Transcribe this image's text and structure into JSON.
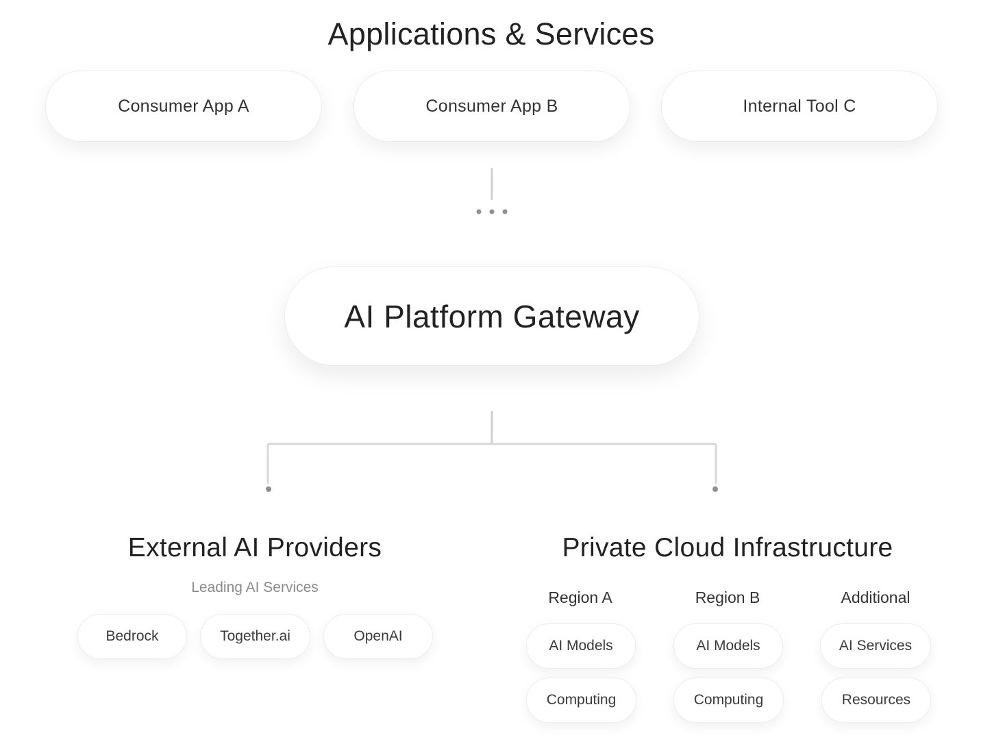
{
  "colors": {
    "connector": "#d0d0d0",
    "dot": "#909090",
    "subtitle": "#8a8a8a"
  },
  "top": {
    "title": "Applications & Services",
    "apps": [
      {
        "label": "Consumer App A"
      },
      {
        "label": "Consumer App B"
      },
      {
        "label": "Internal Tool C"
      }
    ]
  },
  "gateway": {
    "label": "AI Platform Gateway"
  },
  "external": {
    "title": "External AI Providers",
    "subtitle": "Leading AI Services",
    "providers": [
      {
        "label": "Bedrock"
      },
      {
        "label": "Together.ai"
      },
      {
        "label": "OpenAI"
      }
    ]
  },
  "private": {
    "title": "Private Cloud Infrastructure",
    "regions": [
      {
        "label": "Region A",
        "items": [
          "AI Models",
          "Computing"
        ]
      },
      {
        "label": "Region B",
        "items": [
          "AI Models",
          "Computing"
        ]
      },
      {
        "label": "Additional",
        "items": [
          "AI Services",
          "Resources"
        ]
      }
    ]
  }
}
